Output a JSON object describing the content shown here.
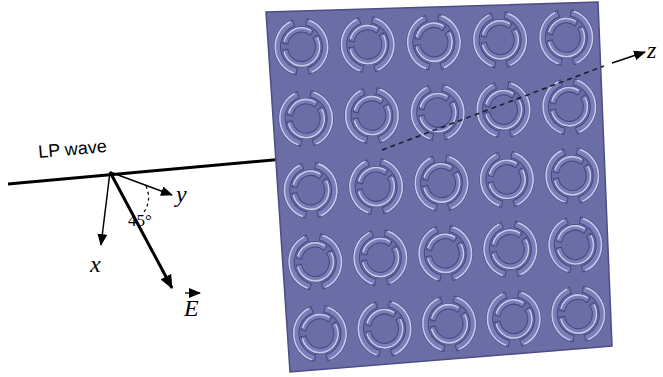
{
  "diagram": {
    "labels": [
      "LP wave",
      "x",
      "y",
      "45°",
      "E",
      "z"
    ]
  }
}
